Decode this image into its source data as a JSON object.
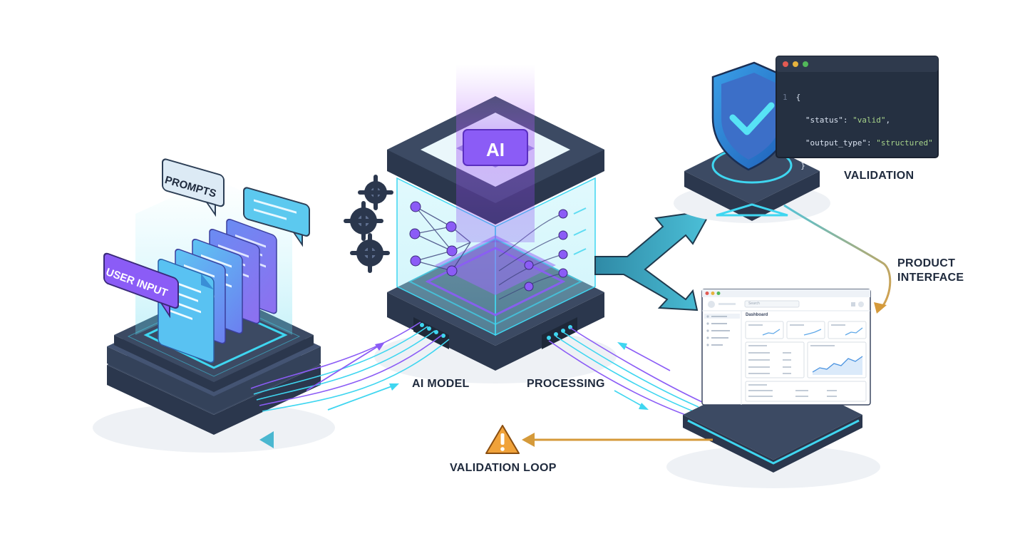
{
  "labels": {
    "ai_model": "AI MODEL",
    "processing": "PROCESSING",
    "validation": "VALIDATION",
    "product_interface_line1": "PRODUCT",
    "product_interface_line2": "INTERFACE",
    "validation_loop": "VALIDATION LOOP"
  },
  "chips": {
    "ai": "AI",
    "prompts": "PROMPTS",
    "user_input": "USER INPUT"
  },
  "code_window": {
    "line_number": "1",
    "open_brace": "{",
    "status_key": "\"status\"",
    "status_value": "\"valid\"",
    "output_key": "\"output_type\"",
    "output_value": "\"structured\"",
    "close_brace": "}"
  },
  "dashboard": {
    "title": "Dashboard",
    "search_placeholder": "Search"
  },
  "colors": {
    "slab_top": "#3c4a63",
    "slab_side": "#2b374d",
    "cyan": "#3fd6f0",
    "purple": "#8b5cf6",
    "orange": "#d59a3a",
    "teal_arrow": "#3aa9c0",
    "warning": "#f0a23a"
  }
}
